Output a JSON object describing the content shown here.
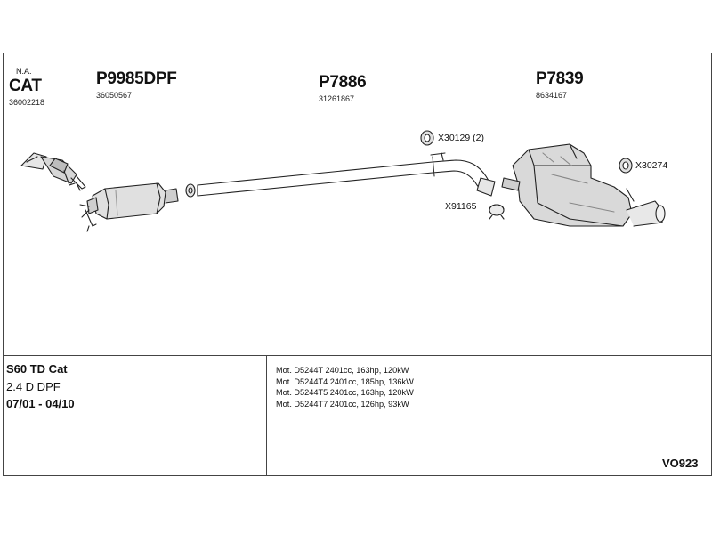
{
  "parts": [
    {
      "prefix": "N.A.",
      "code": "CAT",
      "number": "36002218"
    },
    {
      "code": "P9985DPF",
      "number": "36050567"
    },
    {
      "code": "P7886",
      "number": "31261867"
    },
    {
      "code": "P7839",
      "number": "8634167"
    }
  ],
  "fittings": [
    {
      "code": "X30129 (2)"
    },
    {
      "code": "X91165"
    },
    {
      "code": "X30274"
    }
  ],
  "vehicle": {
    "model": "S60 TD Cat",
    "engine": "2.4 D DPF",
    "years": "07/01 - 04/10"
  },
  "engines": [
    "Mot. D5244T 2401cc, 163hp, 120kW",
    "Mot. D5244T4 2401cc, 185hp, 136kW",
    "Mot. D5244T5 2401cc, 163hp, 120kW",
    "Mot. D5244T7 2401cc, 126hp, 93kW"
  ],
  "reference": "VO923"
}
